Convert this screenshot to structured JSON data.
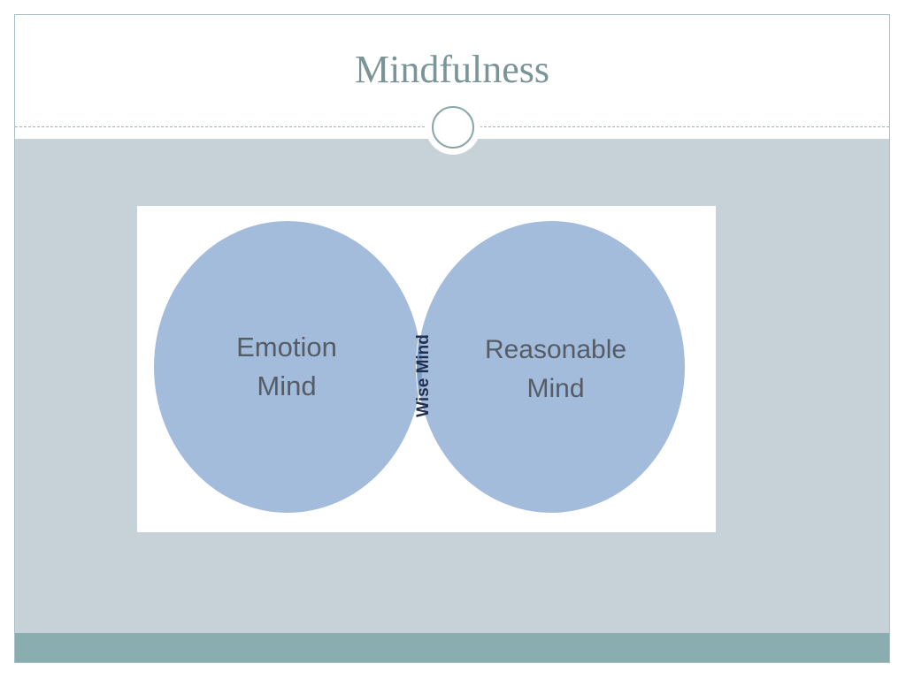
{
  "slide": {
    "title": "Mindfulness"
  },
  "diagram": {
    "left_circle": {
      "line1": "Emotion",
      "line2": "Mind"
    },
    "right_circle": {
      "line1": "Reasonable",
      "line2": "Mind"
    },
    "overlap": {
      "label": "Wise Mind"
    }
  },
  "colors": {
    "title": "#7a9497",
    "content_background": "#c6d2d8",
    "footer": "#8aadb0",
    "circle_fill": "#a4bcdb",
    "overlap_fill": "#7f9dcb",
    "circle_text": "#555c66",
    "overlap_text": "#1f2f4d"
  }
}
